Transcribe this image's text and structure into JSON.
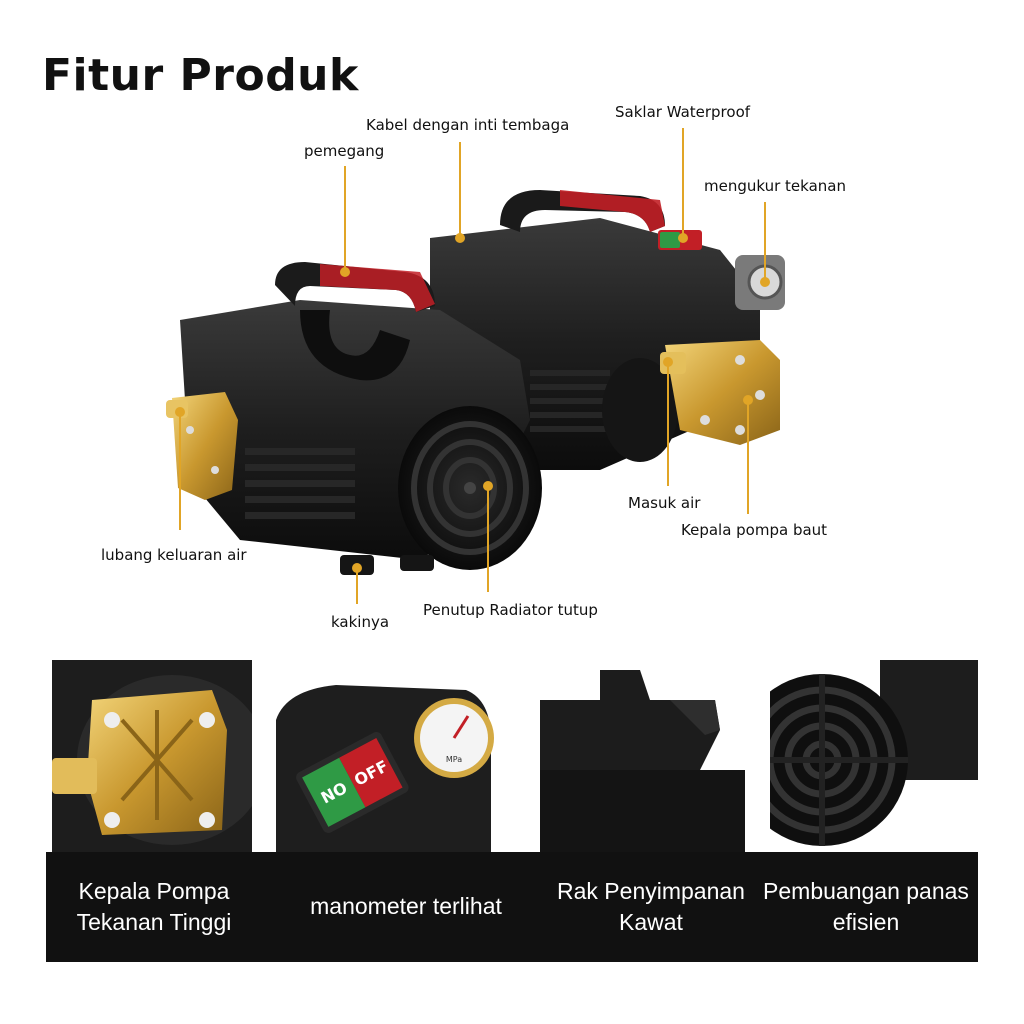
{
  "title": "Fitur Produk",
  "callouts": {
    "cable": "Kabel dengan inti tembaga",
    "switch": "Saklar Waterproof",
    "handle": "pemegang",
    "gauge": "mengukur tekanan",
    "inlet": "Masuk air",
    "pump_head": "Kepala pompa baut",
    "outlet": "lubang keluaran air",
    "radiator": "Penutup Radiator tutup",
    "feet": "kakinya"
  },
  "panels": [
    {
      "caption": "Kepala Pompa\nTekanan Tinggi"
    },
    {
      "caption": "manometer terlihat"
    },
    {
      "caption": "Rak Penyimpanan\nKawat"
    },
    {
      "caption": "Pembuangan panas\nefisien"
    }
  ],
  "switch_labels": {
    "on": "NO",
    "off": "OFF"
  },
  "gauge_labels": {
    "unit": "MPa"
  },
  "colors": {
    "caption_bar": "#111111",
    "callout_line": "#e1a526",
    "brass": "#d4aa44",
    "body": "#1c1c1c",
    "accent_red": "#c21f26",
    "switch_green": "#2f9a45"
  }
}
